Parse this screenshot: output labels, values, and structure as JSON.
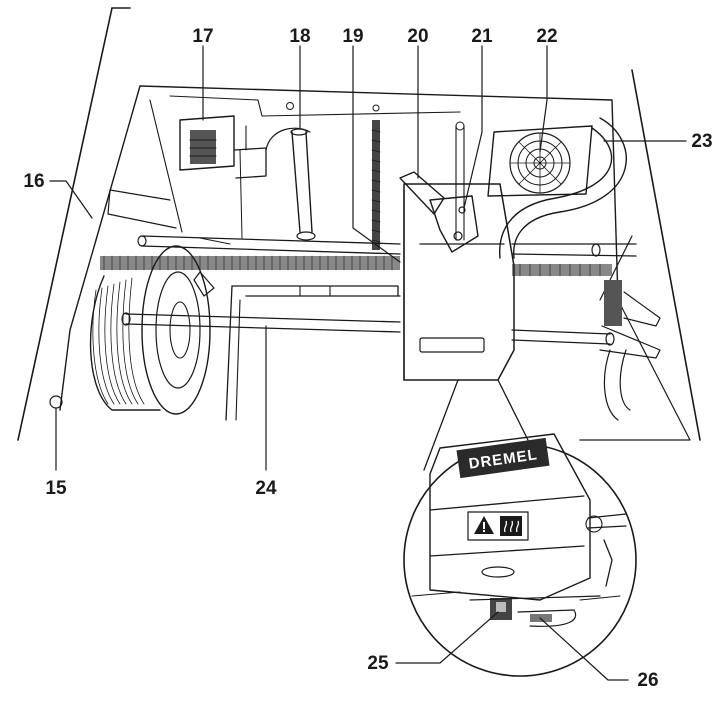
{
  "callouts": {
    "c15": "15",
    "c16": "16",
    "c17": "17",
    "c18": "18",
    "c19": "19",
    "c20": "20",
    "c21": "21",
    "c22": "22",
    "c23": "23",
    "c24": "24",
    "c25": "25",
    "c26": "26"
  },
  "brand_label": "DREMEL",
  "icons": {
    "warning": "warning-triangle-icon",
    "hot_surface": "hot-surface-icon"
  }
}
